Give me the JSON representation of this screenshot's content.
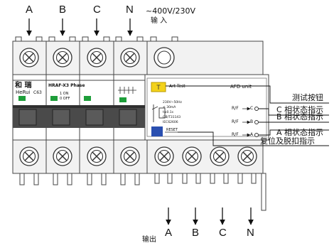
{
  "input": {
    "phases": [
      "A",
      "B",
      "C",
      "N"
    ],
    "voltage": "~400V/230V",
    "label": "输  入"
  },
  "output": {
    "label": "输出",
    "phases": [
      "A",
      "B",
      "C",
      "N"
    ]
  },
  "breaker": {
    "brand_cn": "和 瑞",
    "brand_en": "HeRui",
    "rating": "C63",
    "model": "HRAF-X3 Phase",
    "on_label": "1 ON",
    "off_label": "0 OFF",
    "small_text": "|||||||"
  },
  "afd": {
    "test_label": "Art Test",
    "unit_label": "AFD  unit",
    "spec_lines": [
      "230V~50Hz",
      "≤ 30mA",
      "t≤0.1s",
      "GB/T31143",
      "IEC62606"
    ],
    "indicators": [
      "R/F",
      "R/F",
      "R/F"
    ],
    "indicator_phase": [
      "C",
      "B",
      "A"
    ],
    "reset_label": "RESET"
  },
  "annotations": {
    "test_button": "测试按钮",
    "c_phase": "C 相状态指示",
    "b_phase": "B 相状态指示",
    "a_phase": "A 相状态指示",
    "reset": "复位及脱扣指示"
  },
  "colors": {
    "green": "#1e9e3a",
    "yellow": "#f3d21a",
    "blue": "#2a4fb0",
    "dark_band": "#4a4a4a"
  }
}
